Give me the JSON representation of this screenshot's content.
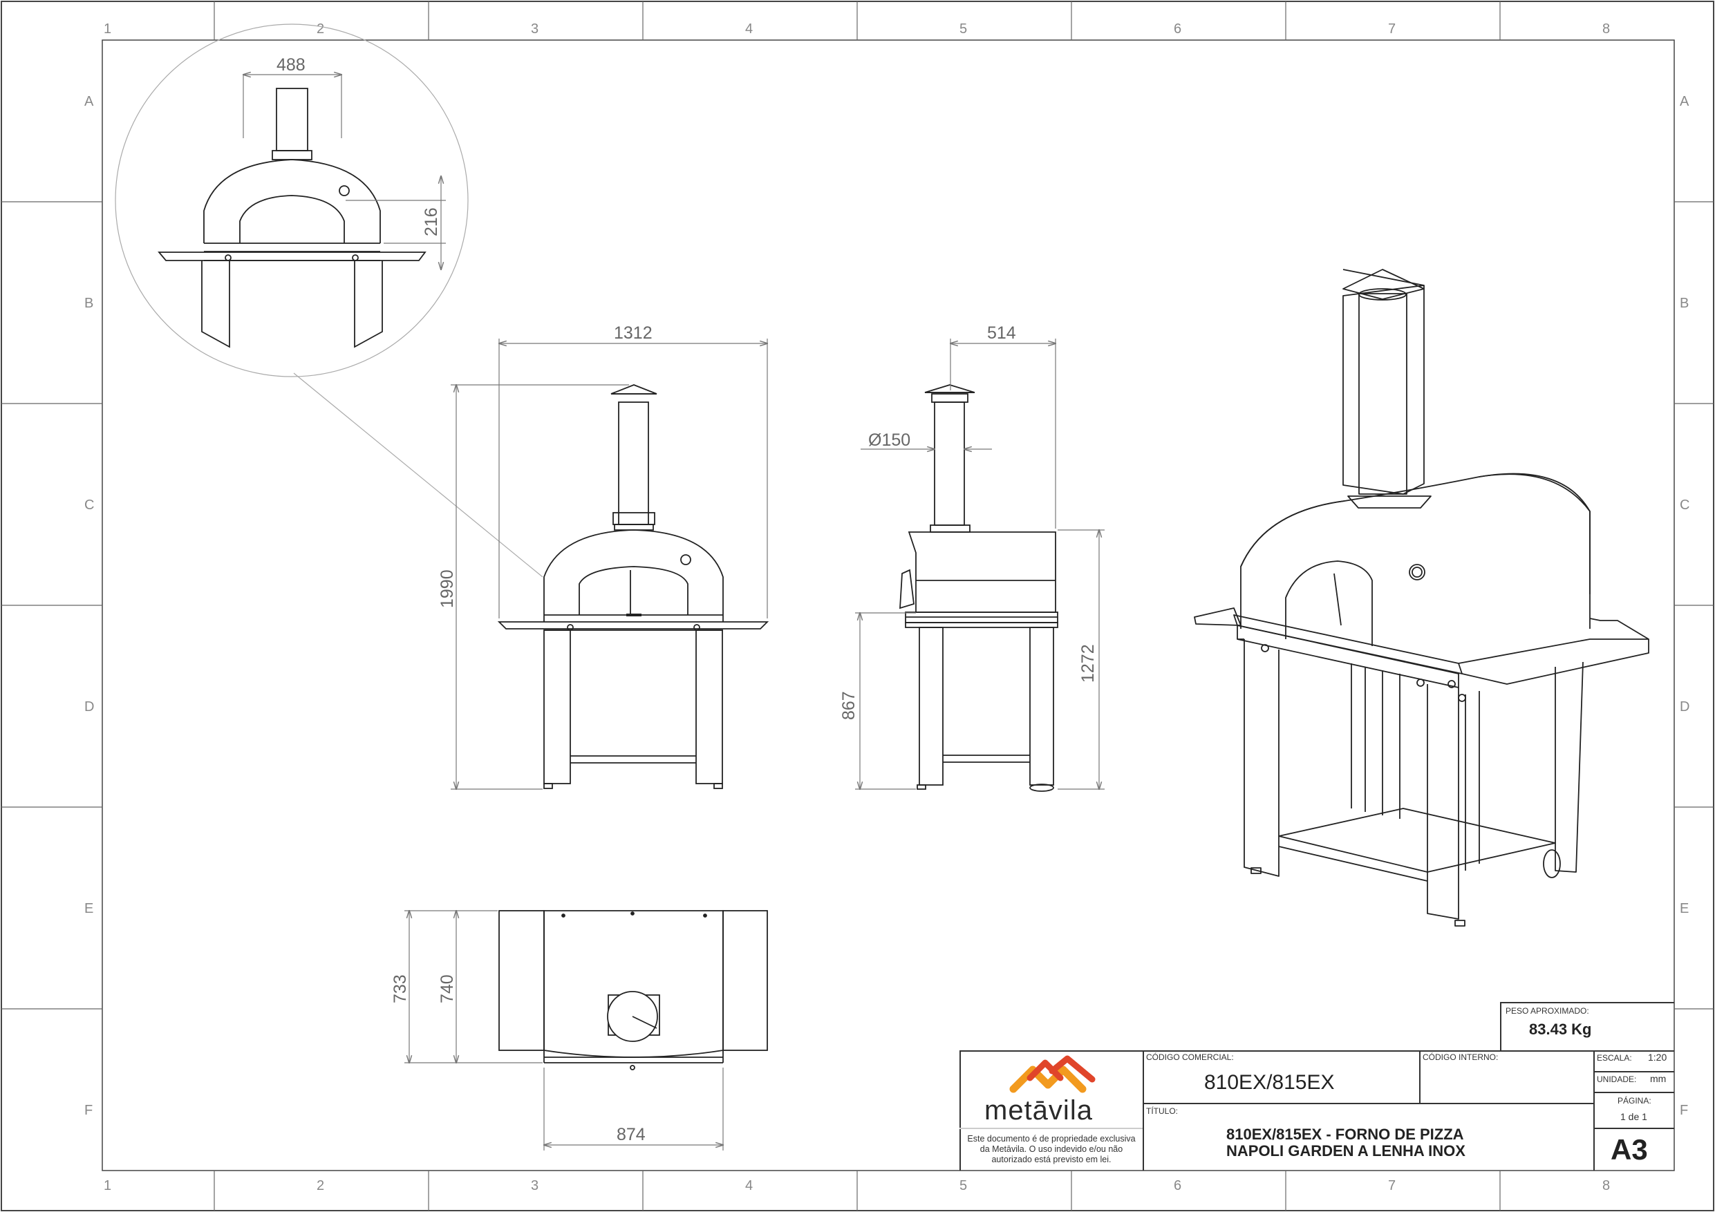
{
  "border": {
    "columns": [
      "1",
      "2",
      "3",
      "4",
      "5",
      "6",
      "7",
      "8"
    ],
    "rows": [
      "A",
      "B",
      "C",
      "D",
      "E",
      "F"
    ]
  },
  "dimensions": {
    "detail_width": "488",
    "detail_height": "216",
    "front_width": "1312",
    "front_height": "1990",
    "side_depth": "514",
    "chimney_diameter": "Ø150",
    "side_table_height": "867",
    "side_total_height": "1272",
    "top_depth_outer": "733",
    "top_depth_inner": "740",
    "top_width": "874"
  },
  "title_block": {
    "weight_label": "PESO APROXIMADO:",
    "weight_value": "83.43 Kg",
    "commercial_code_label": "CÓDIGO COMERCIAL:",
    "commercial_code_value": "810EX/815EX",
    "internal_code_label": "CÓDIGO INTERNO:",
    "title_label": "TÍTULO:",
    "title_line1": "810EX/815EX - FORNO DE PIZZA",
    "title_line2": "NAPOLI GARDEN A LENHA INOX",
    "scale_label": "ESCALA:",
    "scale_value": "1:20",
    "unit_label": "UNIDADE:",
    "unit_value": "mm",
    "page_label": "PÁGINA:",
    "page_value": "1 de 1",
    "sheet_size": "A3",
    "brand": "metāvila",
    "disclaimer": "Este documento é de propriedade exclusiva da Metāvila. O uso indevido e/ou não autorizado está previsto em lei.",
    "brand_colors": [
      "#e0452a",
      "#f29a1f"
    ]
  }
}
